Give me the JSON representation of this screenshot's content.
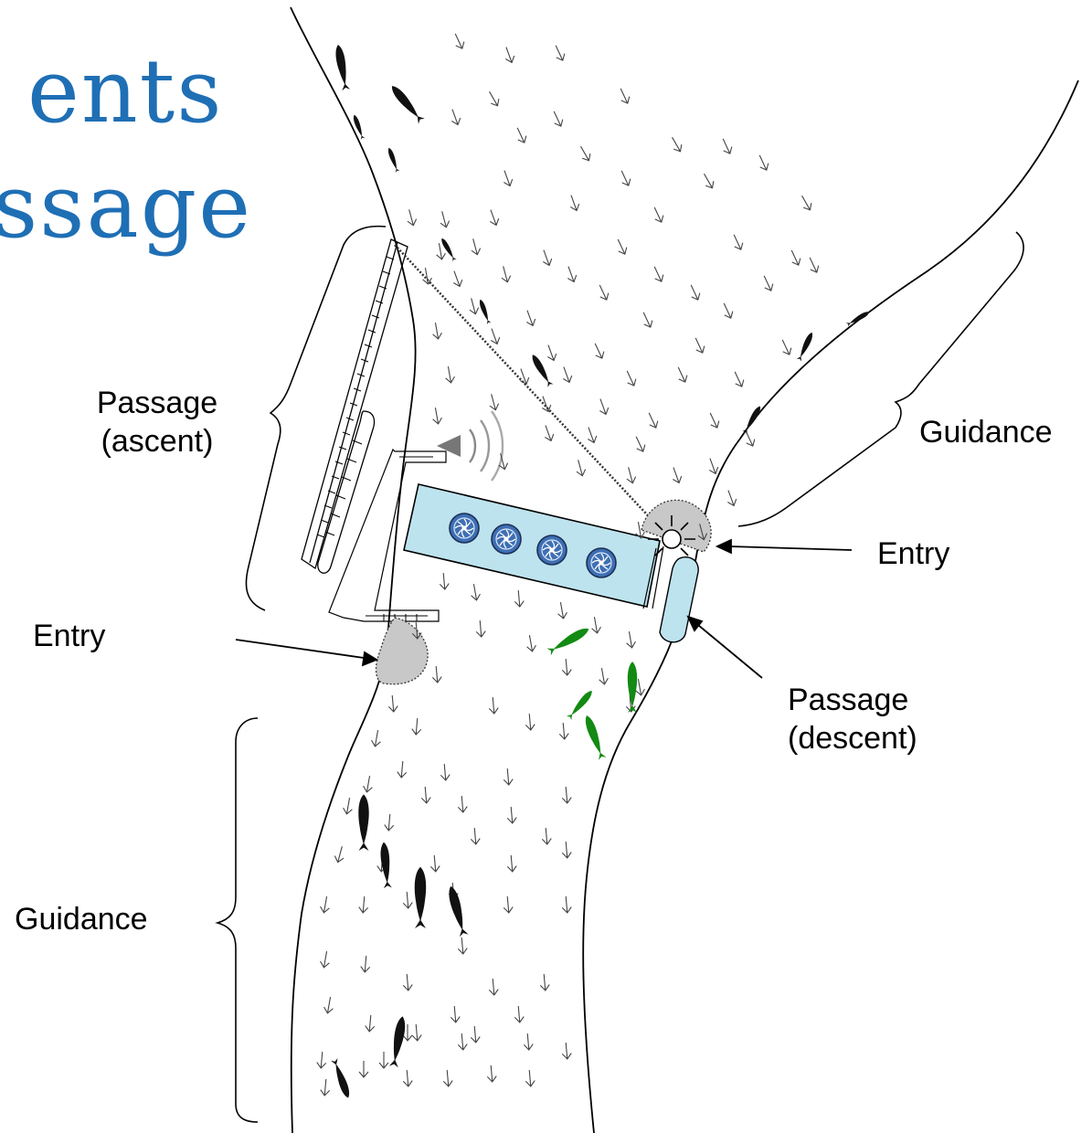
{
  "title": {
    "line1": "ents",
    "line2": "ssage",
    "color": "#1f6fb5"
  },
  "labels": {
    "passage_ascent_1": "Passage",
    "passage_ascent_2": "(ascent)",
    "guidance_right": "Guidance",
    "entry_right": "Entry",
    "entry_left": "Entry",
    "passage_descent_1": "Passage",
    "passage_descent_2": "(descent)",
    "guidance_left": "Guidance"
  },
  "icons": {
    "flow": "flow-arrow-icon",
    "fish": "fish-icon",
    "turbine": "turbine-icon",
    "light": "light-icon",
    "sound": "sound-emitter-icon"
  },
  "colors": {
    "dam": "#bde3ee",
    "entry_zone": "#c8c8c8",
    "fish_dark": "#111111",
    "fish_green": "#138a13",
    "turbine": "#4a78b8"
  }
}
